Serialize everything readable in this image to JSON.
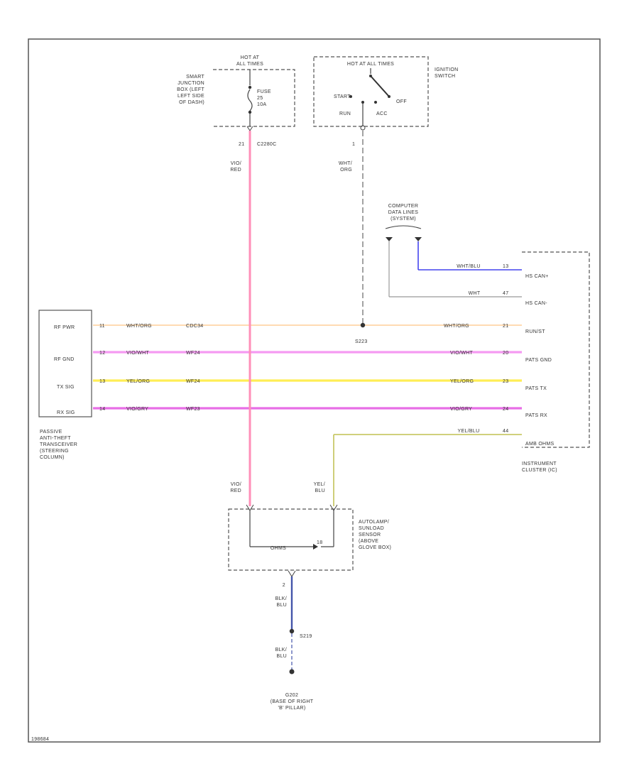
{
  "colors": {
    "red_wire": "#ff8fb8",
    "orange_wire": "#ffcf99",
    "violet_wire": "#f59af2",
    "yellow_wire": "#ffee55",
    "magenta_wire": "#e86ee6",
    "blue_wire": "#4444ee",
    "olive_wire": "#c9c96a",
    "gray_wire": "#888888",
    "ground_wire": "#4455aa"
  },
  "fuse_block": {
    "hot_label": [
      "HOT AT",
      "ALL TIMES"
    ],
    "location": [
      "SMART",
      "JUNCTION",
      "BOX (LEFT",
      "LEFT SIDE",
      "OF DASH)"
    ],
    "fuse": [
      "FUSE",
      "25",
      "10A"
    ],
    "pin": "21",
    "connector": "C2280C",
    "wire": [
      "VIO/",
      "RED"
    ]
  },
  "ignition": {
    "hot_label": "HOT AT ALL TIMES",
    "name": [
      "IGNITION",
      "SWITCH"
    ],
    "positions": {
      "start": "START",
      "run": "RUN",
      "acc": "ACC",
      "off": "OFF"
    },
    "pin": "1",
    "wire": [
      "WHT/",
      "ORG"
    ]
  },
  "data_lines": {
    "name": [
      "COMPUTER",
      "DATA LINES",
      "(SYSTEM)"
    ]
  },
  "transceiver": {
    "pins": [
      "RF PWR",
      "RF GND",
      "TX SIG",
      "RX SIG"
    ],
    "name": [
      "PASSIVE",
      "ANTI-THEFT",
      "TRANSCEIVER",
      "(STEERING",
      "COLUMN)"
    ]
  },
  "wires": [
    {
      "left_pin": "11",
      "left_color": "WHT/ORG",
      "circuit": "CDC34",
      "right_color": "WHT/ORG",
      "right_pin": "21"
    },
    {
      "left_pin": "12",
      "left_color": "VIO/WHT",
      "circuit": "WF24",
      "right_color": "VIO/WHT",
      "right_pin": "20"
    },
    {
      "left_pin": "13",
      "left_color": "YEL/ORG",
      "circuit": "WF24",
      "right_color": "YEL/ORG",
      "right_pin": "23"
    },
    {
      "left_pin": "14",
      "left_color": "VIO/GRY",
      "circuit": "WF23",
      "right_color": "VIO/GRY",
      "right_pin": "24"
    }
  ],
  "splice": "S223",
  "cluster": {
    "pins": [
      "HS CAN+",
      "HS CAN-",
      "RUN/ST",
      "PATS GND",
      "PATS TX",
      "PATS RX",
      "AMB OHMS"
    ],
    "can_plus": {
      "label": "WHT/BLU",
      "pin": "13"
    },
    "can_minus": {
      "label": "WHT",
      "pin": "47"
    },
    "amb": {
      "label": "YEL/BLU",
      "pin": "44"
    },
    "name": [
      "INSTRUMENT",
      "CLUSTER (IC)"
    ]
  },
  "sensor": {
    "wire_left": [
      "VIO/",
      "RED"
    ],
    "wire_right": [
      "YEL/",
      "BLU"
    ],
    "name": [
      "AUTOLAMP/",
      "SUNLOAD",
      "SENSOR",
      "(ABOVE",
      "GLOVE BOX)"
    ],
    "inner": "OHMS",
    "inner_pin": "18",
    "ground_pin": "2"
  },
  "ground": {
    "wire1": [
      "BLK/",
      "BLU"
    ],
    "splice": "S219",
    "wire2": [
      "BLK/",
      "BLU"
    ],
    "point": "G202",
    "location": [
      "(BASE OF RIGHT",
      "'B' PILLAR)"
    ]
  },
  "code": "198684"
}
